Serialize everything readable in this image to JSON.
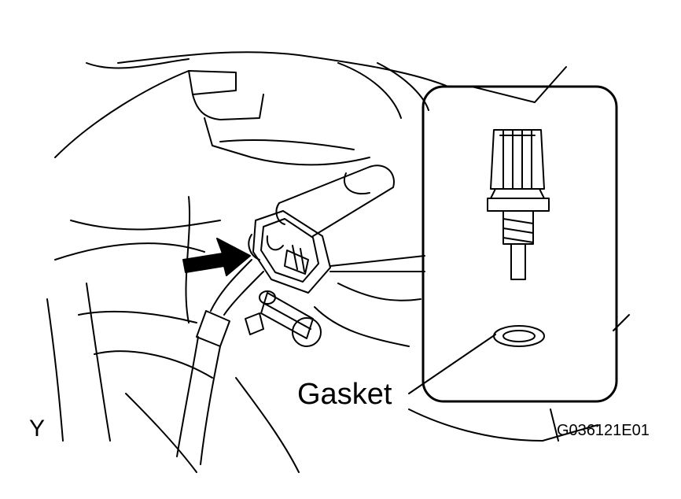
{
  "labels": {
    "gasket": "Gasket",
    "corner_letter": "Y",
    "figure_code": "G036121E01"
  },
  "colors": {
    "line": "#000000",
    "background": "#ffffff"
  }
}
